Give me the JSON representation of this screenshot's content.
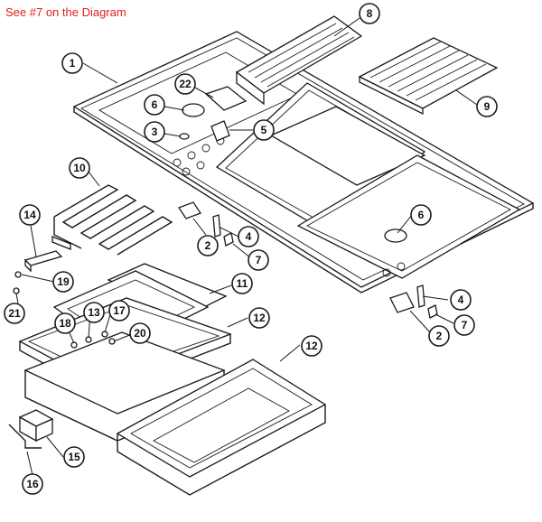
{
  "caption": "See #7 on the Diagram",
  "caption_color": "#e0201a",
  "callouts": [
    {
      "id": "c1",
      "label": "1"
    },
    {
      "id": "c8",
      "label": "8"
    },
    {
      "id": "c9",
      "label": "9"
    },
    {
      "id": "c22",
      "label": "22"
    },
    {
      "id": "c6a",
      "label": "6"
    },
    {
      "id": "c5",
      "label": "5"
    },
    {
      "id": "c3",
      "label": "3"
    },
    {
      "id": "c10",
      "label": "10"
    },
    {
      "id": "c14",
      "label": "14"
    },
    {
      "id": "c19",
      "label": "19"
    },
    {
      "id": "c21",
      "label": "21"
    },
    {
      "id": "c2a",
      "label": "2"
    },
    {
      "id": "c4a",
      "label": "4"
    },
    {
      "id": "c7a",
      "label": "7"
    },
    {
      "id": "c6b",
      "label": "6"
    },
    {
      "id": "c11",
      "label": "11"
    },
    {
      "id": "c12a",
      "label": "12"
    },
    {
      "id": "c18",
      "label": "18"
    },
    {
      "id": "c13",
      "label": "13"
    },
    {
      "id": "c17",
      "label": "17"
    },
    {
      "id": "c20",
      "label": "20"
    },
    {
      "id": "c12b",
      "label": "12"
    },
    {
      "id": "c4b",
      "label": "4"
    },
    {
      "id": "c7b",
      "label": "7"
    },
    {
      "id": "c2b",
      "label": "2"
    },
    {
      "id": "c15",
      "label": "15"
    },
    {
      "id": "c16",
      "label": "16"
    }
  ]
}
